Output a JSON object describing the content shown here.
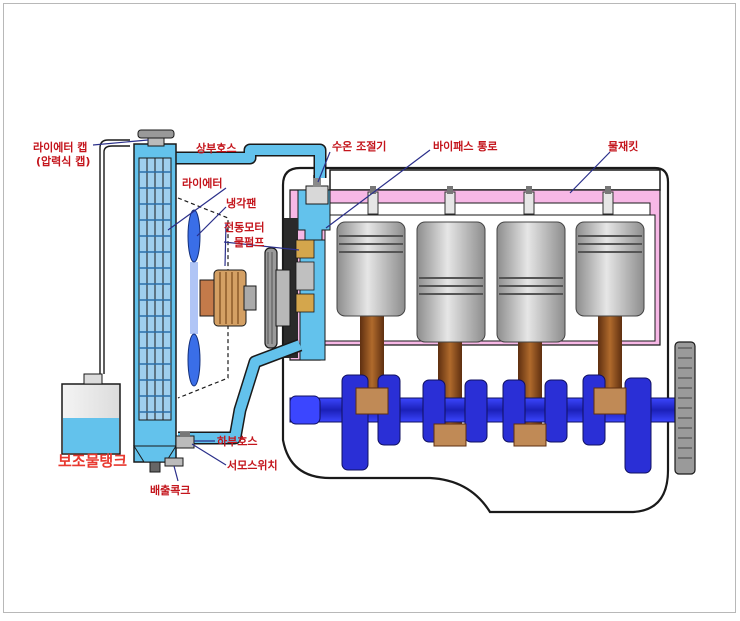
{
  "labels": {
    "radiator_cap": "라이에터 캡",
    "radiator_cap_sub": "(압력식 캡)",
    "upper_hose": "상부호스",
    "thermostat": "수온 조절기",
    "bypass": "바이패스 통로",
    "water_jacket": "물재킷",
    "radiator": "라이에터",
    "cooling_fan": "냉각팬",
    "electric_motor": "전동모터",
    "water_pump": "물펌프",
    "reserve_tank": "보조물탱크",
    "lower_hose": "하부호스",
    "thermo_switch": "서모스위치",
    "drain_cock": "배출콕크"
  },
  "colors": {
    "coolant": "#63c2ec",
    "radiator_core": "#9fcfee",
    "water_jacket": "#f7b8e6",
    "engine_block": "#ffffff",
    "crankshaft": "#2a2fd6",
    "connecting_rod": "#8a4a1f",
    "piston": "#bfbfbf",
    "label_text": "#c4151c",
    "leader_line": "#2a2f8a"
  },
  "icons": {
    "fan": "cooling-fan-blade",
    "motor": "electric-motor",
    "cap": "pressure-cap",
    "spark_plug": "spark-plug",
    "flywheel": "flywheel"
  }
}
